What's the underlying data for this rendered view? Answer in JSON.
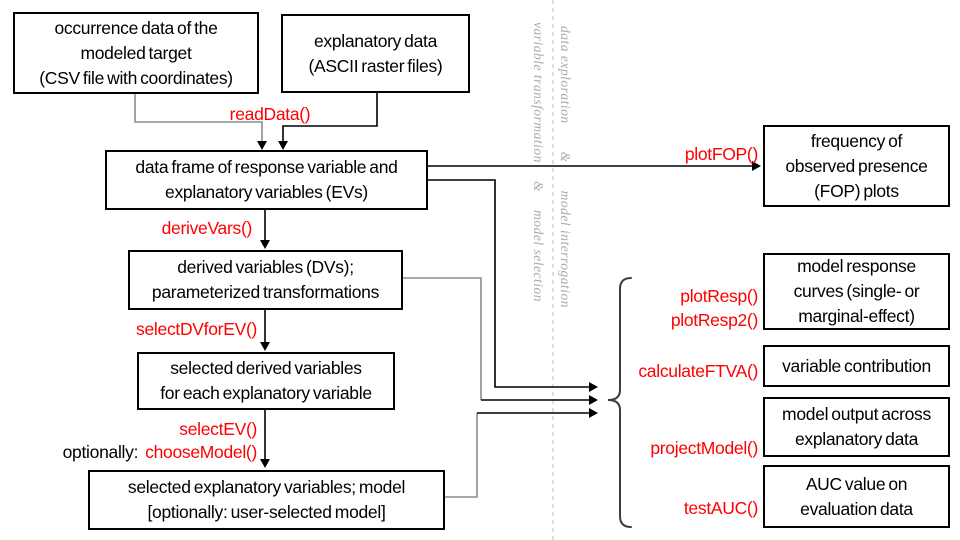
{
  "colors": {
    "accent_red": "#FF0000",
    "box_border": "#000000",
    "gray_connector": "#8C8C8C",
    "lane_text": "#ABABAB",
    "dashed_divider": "#C8C8C8"
  },
  "flow_boxes": {
    "occurrence": {
      "text": "occurrence data of the\nmodeled target\n(CSV file with coordinates)"
    },
    "explanatory": {
      "text": "explanatory data\n(ASCII raster files)"
    },
    "dataframe": {
      "text": "data frame of response variable and\nexplanatory variables (EVs)"
    },
    "derived": {
      "text": "derived variables (DVs);\nparameterized transformations"
    },
    "selected_dv": {
      "text": "selected derived variables\nfor each explanatory variable"
    },
    "model": {
      "text": "selected explanatory variables; model\n[optionally: user-selected model]"
    }
  },
  "output_boxes": {
    "fop": {
      "text": "frequency of\nobserved presence\n(FOP) plots"
    },
    "response_curves": {
      "text": "model response\ncurves (single- or\nmarginal-effect)"
    },
    "contribution": {
      "text": "variable contribution"
    },
    "model_output": {
      "text": "model output across\nexplanatory data"
    },
    "auc": {
      "text": "AUC value on\nevaluation data"
    }
  },
  "functions": {
    "read_data": "readData()",
    "derive_vars": "deriveVars()",
    "select_dv_for_ev": "selectDVforEV()",
    "select_ev": "selectEV()",
    "choose_model_prefix": "optionally:",
    "choose_model": "chooseModel()",
    "plot_fop": "plotFOP()",
    "plot_resp": "plotResp()",
    "plot_resp2": "plotResp2()",
    "calculate_ftva": "calculateFTVA()",
    "project_model": "projectModel()",
    "test_auc": "testAUC()"
  },
  "lanes": {
    "left": {
      "part1": "variable transformation",
      "amp": "&",
      "part2": "model selection"
    },
    "right": {
      "part1": "data exploration",
      "amp": "&",
      "part2": "model interrogation"
    }
  }
}
